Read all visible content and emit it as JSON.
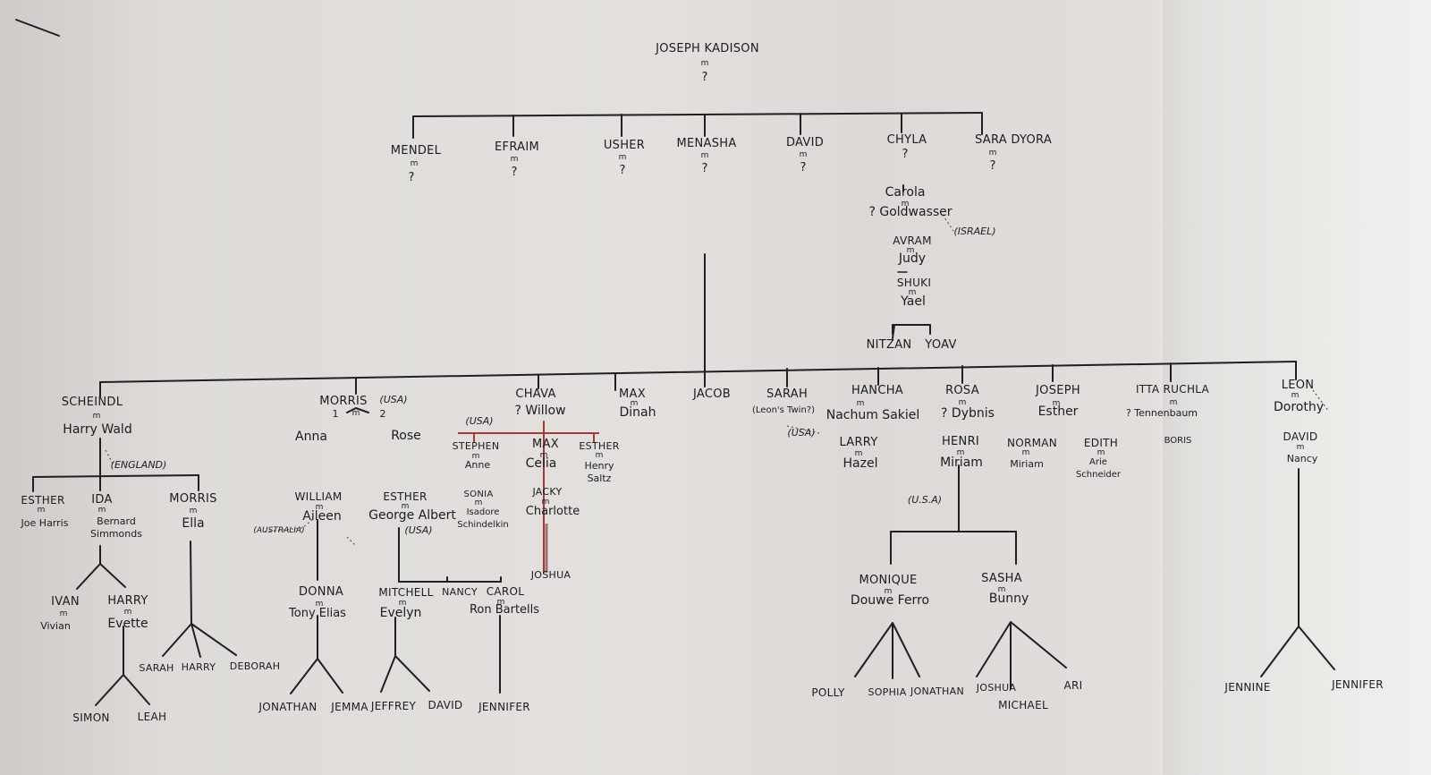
{
  "diagram": {
    "root": {
      "name": "JOSEPH KADISON",
      "marker": "m",
      "spouse": "?"
    },
    "generation1": [
      {
        "name": "MENDEL",
        "marker": "m",
        "spouse": "?"
      },
      {
        "name": "EFRAIM",
        "marker": "m",
        "spouse": "?"
      },
      {
        "name": "USHER",
        "marker": "m",
        "spouse": "?"
      },
      {
        "name": "MENASHA",
        "marker": "m",
        "spouse": "?"
      },
      {
        "name": "DAVID",
        "marker": "m",
        "spouse": "?"
      },
      {
        "name": "CHYLA",
        "marker": "?",
        "spouse": ""
      },
      {
        "name": "SARA DYORA",
        "marker": "m",
        "spouse": "?"
      }
    ],
    "chyla_line": {
      "carola": "Carola",
      "carola_marker": "m",
      "goldwasser": "? Goldwasser",
      "israel_note": "(ISRAEL)",
      "avram": "AVRAM",
      "avram_marker": "m",
      "judy": "Judy",
      "shuki": "SHUKI",
      "shuki_marker": "m",
      "yael": "Yael",
      "children": [
        "NITZAN",
        "YOAV"
      ]
    },
    "menasha_children": [
      {
        "name": "SCHEINDL",
        "marker": "m",
        "spouse": "Harry Wald",
        "note": "(ENGLAND)"
      },
      {
        "name": "MORRIS",
        "note": "(USA)",
        "marker": "m",
        "wife1_num": "1",
        "wife2_num": "2",
        "wife1": "Anna",
        "wife2": "Rose"
      },
      {
        "name": "CHAVA",
        "spouse": "? Willow",
        "note": "(USA)"
      },
      {
        "name": "MAX",
        "marker": "m",
        "spouse": "Dinah"
      },
      {
        "name": "JACOB"
      },
      {
        "name": "SARAH",
        "note": "(Leon's Twin?)"
      },
      {
        "name": "HANCHA",
        "marker": "m",
        "spouse": "Nachum Sakiel",
        "note": "(USA)"
      },
      {
        "name": "ROSA",
        "marker": "m",
        "spouse": "? Dybnis"
      },
      {
        "name": "JOSEPH",
        "marker": "m",
        "spouse": "Esther"
      },
      {
        "name": "ITTA RUCHLA",
        "marker": "m",
        "spouse": "? Tennenbaum"
      },
      {
        "name": "LEON",
        "marker": "m",
        "spouse": "Dorothy"
      }
    ],
    "scheindl_children": [
      {
        "name": "ESTHER",
        "marker": "m",
        "spouse": "Joe Harris"
      },
      {
        "name": "IDA",
        "marker": "m",
        "spouse": "Bernard Simmonds"
      },
      {
        "name": "MORRIS",
        "marker": "m",
        "spouse": "Ella"
      }
    ],
    "ida_children": [
      {
        "name": "IVAN",
        "marker": "m",
        "spouse": "Vivian"
      },
      {
        "name": "HARRY",
        "marker": "m",
        "spouse": "Evette"
      }
    ],
    "harry_children": [
      "SIMON",
      "LEAH"
    ],
    "morris_s_children": [
      "SARAH",
      "HARRY",
      "DEBORAH"
    ],
    "morris_line": {
      "william": "WILLIAM",
      "william_marker": "m",
      "aileen": "Aileen",
      "australia": "(AUSTRALIA)",
      "esther": "ESTHER",
      "esther_marker": "m",
      "george": "George Albert",
      "usa": "(USA)",
      "donna": "DONNA",
      "donna_marker": "m",
      "tony": "Tony Elias",
      "donna_children": [
        "JONATHAN",
        "JEMMA"
      ],
      "mitchell": "MITCHELL",
      "mitchell_marker": "m",
      "evelyn": "Evelyn",
      "mitchell_children": [
        "JEFFREY",
        "DAVID"
      ],
      "nancy": "NANCY",
      "carol": "CAROL",
      "carol_marker": "m",
      "ron": "Ron Bartells",
      "carol_children": [
        "JENNIFER"
      ]
    },
    "chava_line": {
      "stephen": "STEPHEN",
      "stephen_marker": "m",
      "anne": "Anne",
      "sonia": "SONIA",
      "sonia_marker": "m",
      "isadore": "Isadore Schindelkin",
      "max": "MAX",
      "max_marker": "m",
      "celia": "Celia",
      "jacky": "JACKY",
      "jacky_marker": "m",
      "charlotte": "Charlotte",
      "joshua": "JOSHUA",
      "esther": "ESTHER",
      "esther_marker": "m",
      "henry": "Henry Saltz"
    },
    "hancha_line": {
      "larry": "LARRY",
      "larry_marker": "m",
      "hazel": "Hazel"
    },
    "rosa_line": {
      "henri": "HENRI",
      "henri_marker": "m",
      "miriam": "Miriam",
      "usa": "(U.S.A)",
      "monique": "MONIQUE",
      "monique_marker": "m",
      "douwe": "Douwe Ferro",
      "monique_children": [
        "POLLY",
        "SOPHIA",
        "JONATHAN"
      ],
      "sasha": "SASHA",
      "sasha_marker": "m",
      "bunny": "Bunny",
      "sasha_children": [
        "JOSHUA",
        "MICHAEL",
        "ARI"
      ]
    },
    "joseph_line": {
      "norman": "NORMAN",
      "norman_marker": "m",
      "miriam": "Miriam",
      "edith": "EDITH",
      "edith_marker": "m",
      "arie": "Arie Schneider"
    },
    "itta_line": {
      "boris": "BORIS"
    },
    "leon_line": {
      "david": "DAVID",
      "david_marker": "m",
      "nancy": "Nancy",
      "children": [
        "JENNINE",
        "JENNIFER"
      ]
    }
  }
}
